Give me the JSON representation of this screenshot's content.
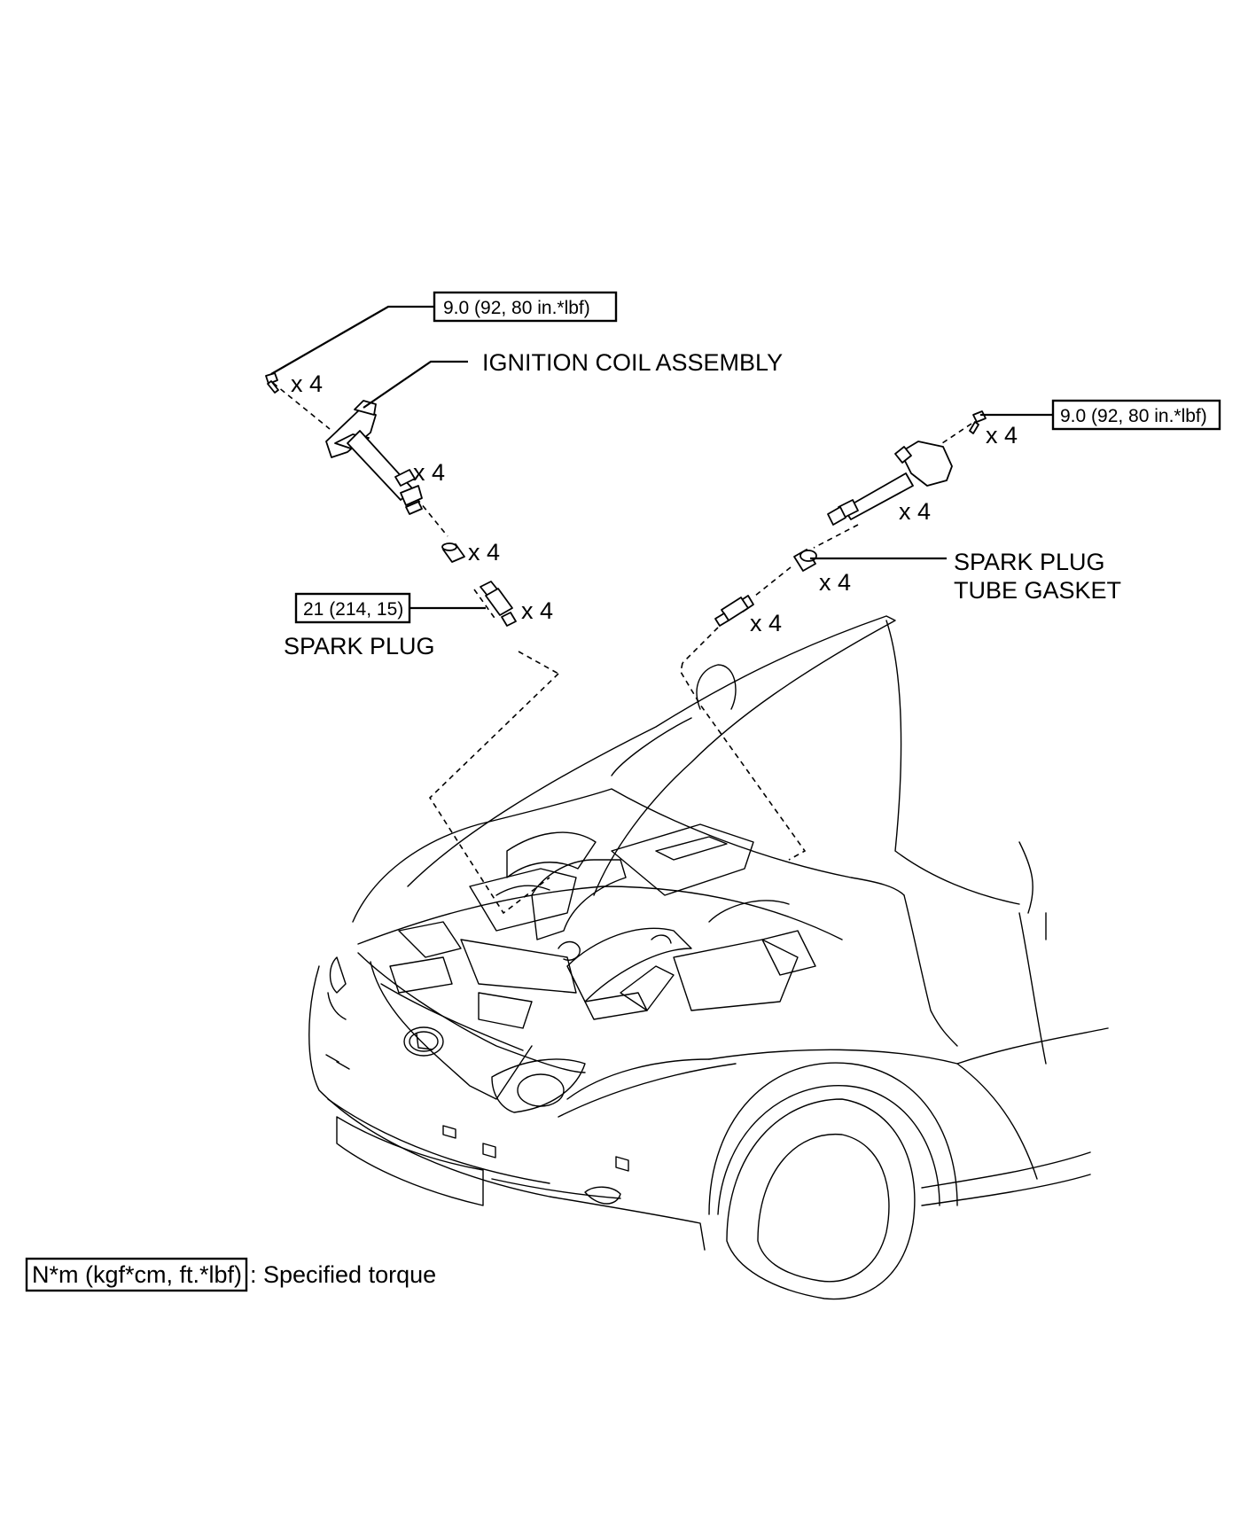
{
  "labels": {
    "ignition_coil": "IGNITION COIL ASSEMBLY",
    "spark_plug": "SPARK PLUG",
    "gasket_line1": "SPARK PLUG",
    "gasket_line2": "TUBE GASKET",
    "legend_text": ": Specified torque"
  },
  "torque": {
    "bolt_left": "9.0 (92, 80 in.*lbf)",
    "bolt_right": "9.0 (92, 80 in.*lbf)",
    "spark_plug": "21 (214, 15)",
    "legend_box": "N*m (kgf*cm, ft.*lbf)"
  },
  "quantities": {
    "left_bolt": "x 4",
    "left_coil": "x 4",
    "left_gasket": "x 4",
    "left_plug": "x 4",
    "right_bolt": "x 4",
    "right_coil": "x 4",
    "right_gasket": "x 4",
    "right_plug": "x 4"
  }
}
